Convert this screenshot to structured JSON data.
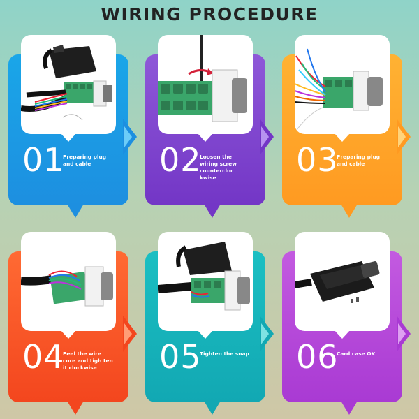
{
  "title": "WIRING PROCEDURE",
  "steps": [
    {
      "number": "01",
      "caption": "Preparing plug and cable",
      "color": "#1d8fe0",
      "image": "connector-hood-and-cable-photo"
    },
    {
      "number": "02",
      "caption": "Loosen the wiring screw countercloc kwise",
      "color": "#7336c6",
      "image": "screwdriver-loosening-terminal-photo"
    },
    {
      "number": "03",
      "caption": "Preparing plug and cable",
      "color": "#ff9a21",
      "image": "stripped-wires-and-terminal-photo"
    },
    {
      "number": "04",
      "caption": "Peel the wire core and tigh ten it clockwise",
      "color": "#f3461e",
      "image": "wires-inserted-in-terminal-photo"
    },
    {
      "number": "05",
      "caption": "Tighten the snap",
      "color": "#12a8b3",
      "image": "hood-snapping-onto-connector-photo"
    },
    {
      "number": "06",
      "caption": "Card case OK",
      "color": "#a93ad3",
      "image": "assembled-db9-connector-photo"
    }
  ]
}
